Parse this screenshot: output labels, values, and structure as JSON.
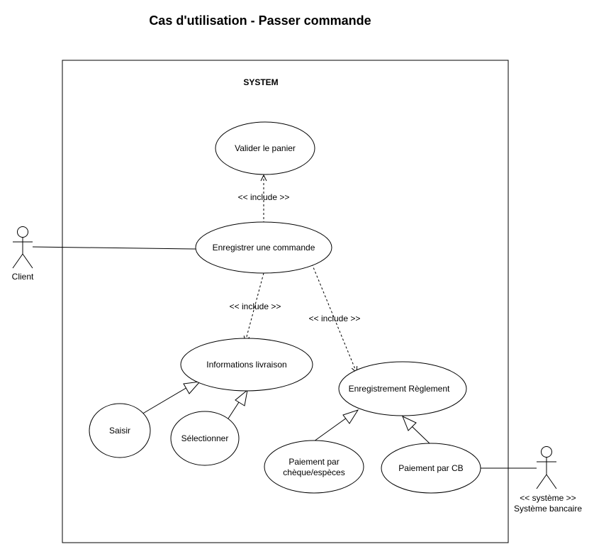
{
  "title": "Cas d'utilisation - Passer commande",
  "system_label": "SYSTEM",
  "actors": {
    "client": "Client",
    "bank_stereotype": "<< système >>",
    "bank_name": "Système bancaire"
  },
  "use_cases": {
    "valider": "Valider le panier",
    "enregistrer": "Enregistrer une commande",
    "infos": "Informations livraison",
    "reglement": "Enregistrement Règlement",
    "saisir": "Saisir",
    "selectionner": "Sélectionner",
    "cheque_line1": "Paiement par",
    "cheque_line2": "chèque/espèces",
    "cb": "Paiement par CB"
  },
  "relations": {
    "include_valider": "<< include >>",
    "include_infos": "<< include >>",
    "include_reglement": "<< include >>"
  }
}
